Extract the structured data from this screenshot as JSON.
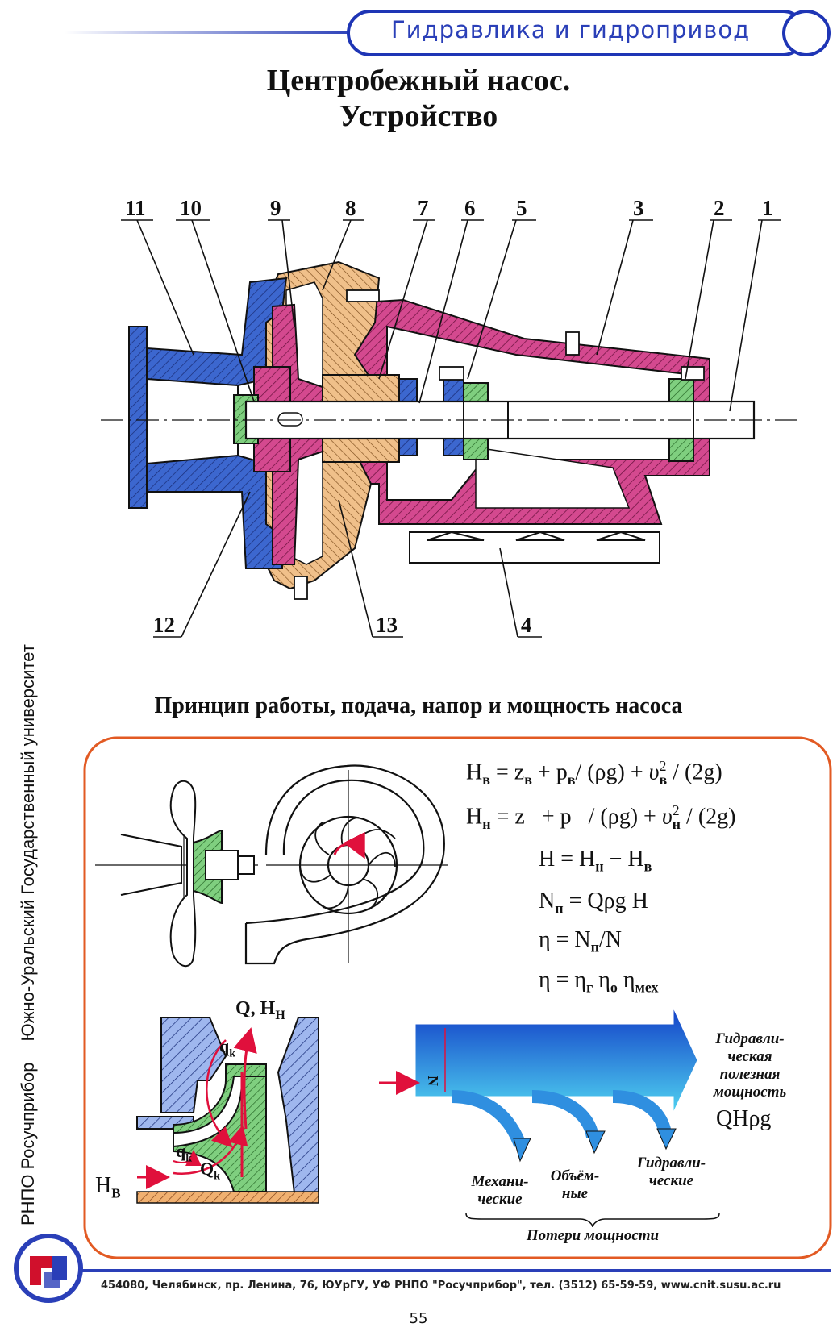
{
  "header": {
    "course": "Гидравлика и гидропривод"
  },
  "title": {
    "line1": "Центробежный насос.",
    "line2": "Устройство"
  },
  "callouts": [
    "11",
    "10",
    "9",
    "8",
    "7",
    "6",
    "5",
    "3",
    "2",
    "1",
    "12",
    "13",
    "4"
  ],
  "section2": {
    "title": "Принцип работы, подача, напор и мощность насоса"
  },
  "formulas": {
    "hv": {
      "lhs": "H",
      "lhs_sub": "в",
      "eq": " = z",
      "z_sub": "в",
      "plus": " + p",
      "p_sub": "в",
      "rho": "/ (ρg) + ",
      "v": "υ",
      "v_sup": "2",
      "v_sub": "в",
      "tail": " / (2g)"
    },
    "hn": {
      "lhs": "H",
      "lhs_sub": "н",
      "eq": " = z   + p   / (ρg) + ",
      "v": "υ",
      "v_sup": "2",
      "v_sub": "н",
      "tail": " / (2g)"
    },
    "h": {
      "text": "H = H",
      "sub1": "н",
      "mid": " − H",
      "sub2": "в"
    },
    "np": {
      "text": "N",
      "sub": "п",
      "rest": " = Qρg H"
    },
    "eta1": {
      "text": "η = N",
      "sub": "п",
      "rest": "/N"
    },
    "eta2": {
      "text": "η = η",
      "sub1": "г",
      "mid1": " η",
      "sub2": "о",
      "mid2": " η",
      "sub3": "мех"
    }
  },
  "impeller_labels": {
    "q_h": "Q, H",
    "q_h_sub": "Н",
    "qk": "q",
    "qk_sub": "k",
    "qk2": "q",
    "qk2_sub": "k",
    "Qk": "Q",
    "Qk_sub": "k",
    "hv": "H",
    "hv_sub": "В"
  },
  "power_diagram": {
    "n_label": "N",
    "useful": "Гидравли-\nческая\nполезная\nмощность",
    "formula": "QHρg",
    "losses": [
      "Механи-\nческие",
      "Объём-\nные",
      "Гидравли-\nческие"
    ],
    "losses_title": "Потери мощности"
  },
  "side": {
    "org": "РНПО Росучприбор",
    "univ": "Южно-Уральский Государственный университет"
  },
  "footer": {
    "address": "454080, Челябинск, пр. Ленина, 76, ЮУрГУ, УФ РНПО \"Росучприбор\", тел. (3512) 65-59-59, www.cnit.susu.ac.ru",
    "page": "55"
  },
  "colors": {
    "blue": "#2f5ec8",
    "magenta": "#c0327e",
    "orange": "#e8b07a",
    "frame": "#e25a23",
    "green": "#6bbf6b",
    "arrow": "#2f8fe0"
  }
}
